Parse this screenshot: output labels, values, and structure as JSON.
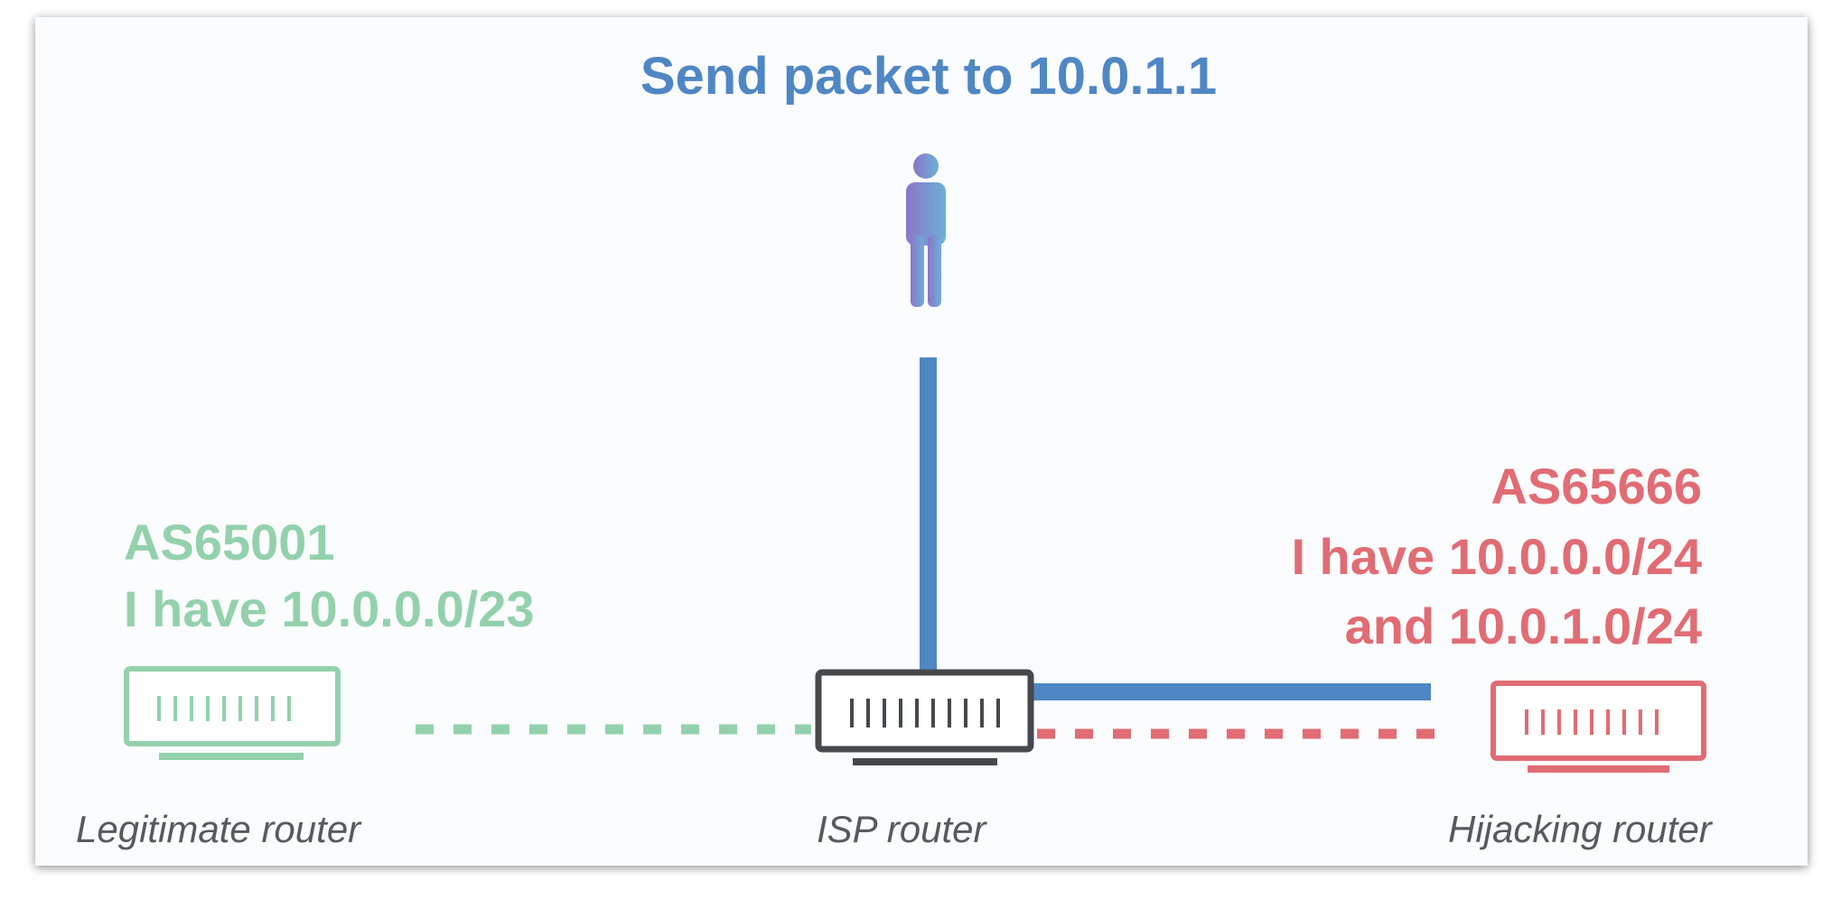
{
  "title": "Send packet to 10.0.1.1",
  "legitimate": {
    "as_number": "AS65001",
    "announcement": "I have 10.0.0.0/23",
    "label": "Legitimate router"
  },
  "isp": {
    "label": "ISP router"
  },
  "hijacker": {
    "as_number": "AS65666",
    "announcement_line1": "I have 10.0.0.0/24",
    "announcement_line2": "and 10.0.1.0/24",
    "label": "Hijacking router"
  },
  "icons": {
    "user": "person-icon",
    "router": "router-icon"
  },
  "colors": {
    "blue": "#4f86c4",
    "green": "#93d1ad",
    "red": "#e16c74",
    "dark": "#46484b"
  }
}
